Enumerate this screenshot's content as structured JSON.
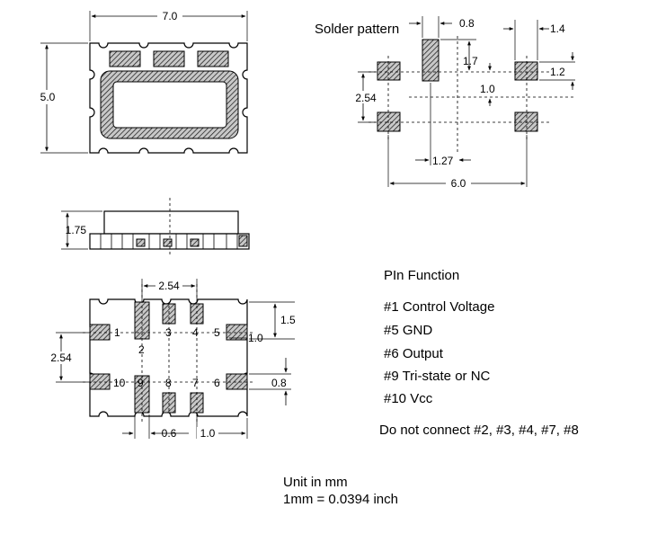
{
  "top_view": {
    "width_dim": "7.0",
    "height_dim": "5.0"
  },
  "side_view": {
    "height_dim": "1.75"
  },
  "solder_pattern": {
    "title": "Solder pattern",
    "dims": {
      "pad_width": "0.8",
      "pad_pitch_x": "1.4",
      "pad_height": "1.7",
      "corner_pad": "1.2",
      "gap": "1.0",
      "row_pitch": "2.54",
      "center_offset": "1.27",
      "overall_width": "6.0"
    }
  },
  "bottom_view": {
    "dims": {
      "pin_pitch": "2.54",
      "pad_length": "1.5",
      "side_pad": "1.0",
      "row_pitch": "2.54",
      "pad_width": "0.8",
      "pin_width": "0.6",
      "edge_offset": "1.0"
    },
    "pins": [
      "1",
      "2",
      "3",
      "4",
      "5",
      "6",
      "7",
      "8",
      "9",
      "10"
    ]
  },
  "pin_function": {
    "title": "PIn Function",
    "items": [
      "#1 Control Voltage",
      "#5 GND",
      "#6 Output",
      "#9 Tri-state or NC",
      "#10 Vcc"
    ],
    "note": "Do not connect #2, #3, #4, #7, #8"
  },
  "units": {
    "line1": "Unit in mm",
    "line2": "1mm = 0.0394 inch"
  }
}
